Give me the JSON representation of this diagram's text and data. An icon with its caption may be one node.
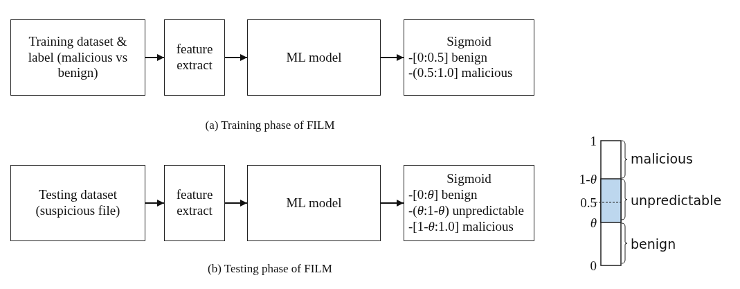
{
  "diagram": {
    "nodes": [
      {
        "text": [
          "Training dataset & label (malicious vs benign)"
        ]
      },
      {
        "text": [
          "feature extract"
        ]
      },
      {
        "text": [
          "ML model"
        ]
      },
      {
        "text": [
          "Sigmoid",
          "-[0:0.5] benign",
          "-(0.5:1.0] malicious"
        ]
      },
      {
        "text": [
          "Testing dataset (suspicious file)"
        ]
      },
      {
        "text": [
          "feature extract"
        ]
      },
      {
        "text": [
          "ML model"
        ]
      },
      {
        "text": [
          "Sigmoid",
          "-[0:*θ*] benign",
          "-(*θ*:1-*θ*) unpredictable",
          "-[1-*θ*:1.0] malicious"
        ]
      }
    ],
    "edges": [
      {
        "from": 0,
        "to": 1,
        "arrow": "to"
      },
      {
        "from": 1,
        "to": 2,
        "arrow": "to"
      },
      {
        "from": 2,
        "to": 3,
        "arrow": "to"
      },
      {
        "from": 4,
        "to": 5,
        "arrow": "to"
      },
      {
        "from": 5,
        "to": 6,
        "arrow": "to"
      },
      {
        "from": 6,
        "to": 7,
        "arrow": "to"
      }
    ],
    "labels": [
      "(a) Training phase of FILM",
      "1",
      "malicious",
      "1-*θ*",
      "0.5",
      "unpredictable",
      "θ",
      "benign",
      "0",
      "(b) Testing phase of FILM"
    ]
  }
}
